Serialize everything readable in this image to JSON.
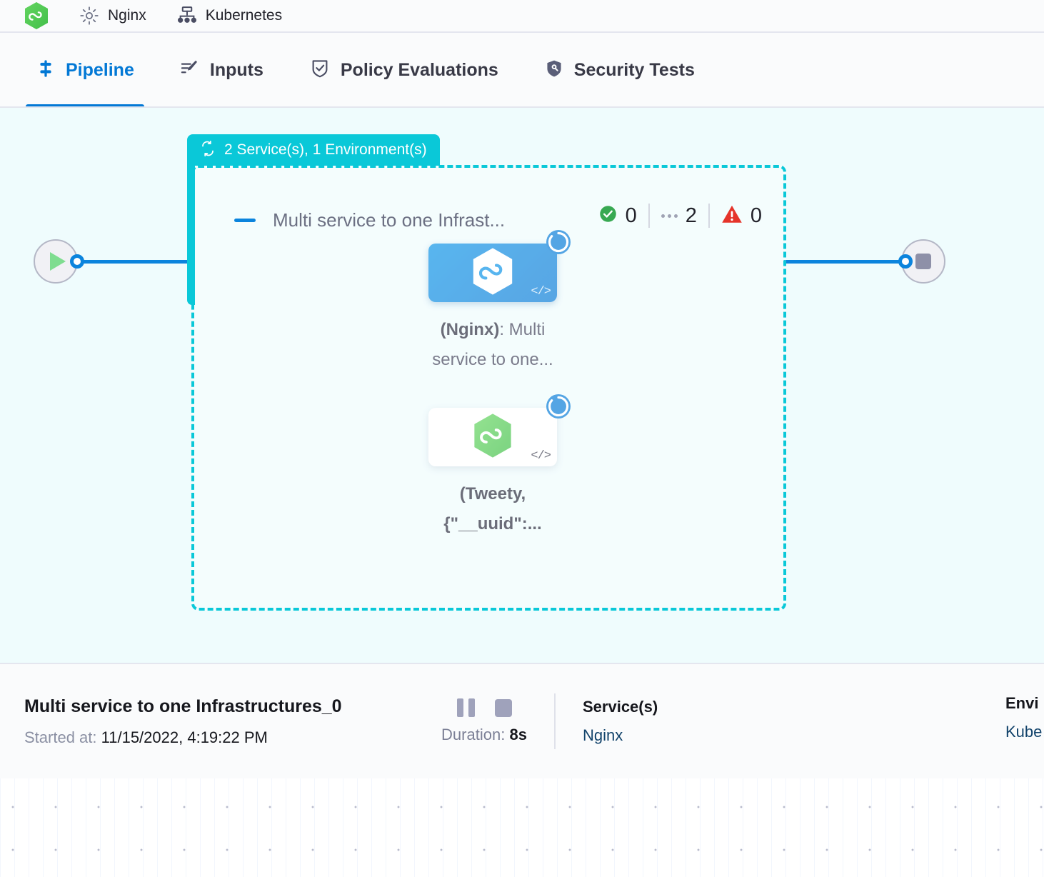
{
  "topstrip": {
    "items": [
      {
        "icon": "harness-hexagon-logo",
        "label": ""
      },
      {
        "icon": "gear-icon",
        "label": "Nginx"
      },
      {
        "icon": "infrastructure-icon",
        "label": "Kubernetes"
      }
    ]
  },
  "tabs": [
    {
      "id": "pipeline",
      "label": "Pipeline",
      "icon": "pipeline-icon",
      "active": true
    },
    {
      "id": "inputs",
      "label": "Inputs",
      "icon": "inputs-icon",
      "active": false
    },
    {
      "id": "policy",
      "label": "Policy Evaluations",
      "icon": "policy-shield-check-icon",
      "active": false
    },
    {
      "id": "security",
      "label": "Security Tests",
      "icon": "security-shield-icon",
      "active": false
    }
  ],
  "canvas": {
    "matrix_flag": {
      "icon": "loop-repeat-icon",
      "label": "2 Service(s), 1 Environment(s)",
      "color": "#0ac8d8"
    },
    "stage_group": {
      "collapse_icon": "minus-collapse-icon",
      "title": "Multi service to one Infrast...",
      "counts": [
        {
          "id": "success",
          "icon": "check-circle-icon",
          "value": "0",
          "color": "#38a952"
        },
        {
          "id": "running",
          "icon": "dots-icon",
          "value": "2",
          "color": "#9fa3b4"
        },
        {
          "id": "failed",
          "icon": "warning-triangle-icon",
          "value": "0",
          "color": "#e5342a"
        }
      ]
    },
    "nodes": [
      {
        "id": "node-nginx",
        "icon": "harness-hexagon-white-icon",
        "status_icon": "spinner-running-icon",
        "code_icon": "code-brackets-icon",
        "selected": true,
        "label_bold": "(Nginx)",
        "label_rest": ": Multi service to one...",
        "label_all_bold": false
      },
      {
        "id": "node-tweety",
        "icon": "harness-hexagon-green-icon",
        "status_icon": "spinner-running-icon",
        "code_icon": "code-brackets-icon",
        "selected": false,
        "label_bold": "(Tweety, {\"__uuid\":...",
        "label_rest": "",
        "label_all_bold": true
      }
    ],
    "start_node": {
      "icon": "play-icon",
      "color": "#7fdd90"
    },
    "end_node": {
      "icon": "stop-square-icon",
      "color": "#8e90a8"
    }
  },
  "exec_bar": {
    "title": "Multi service to one Infrastructures_0",
    "started_label": "Started at:",
    "started_value": "11/15/2022, 4:19:22 PM",
    "pause_icon": "pause-icon",
    "stop_icon": "stop-icon",
    "duration_label": "Duration:",
    "duration_value": "8s",
    "services_header": "Service(s)",
    "services_value": "Nginx",
    "environments_header": "Envi",
    "environments_value": "Kube"
  }
}
